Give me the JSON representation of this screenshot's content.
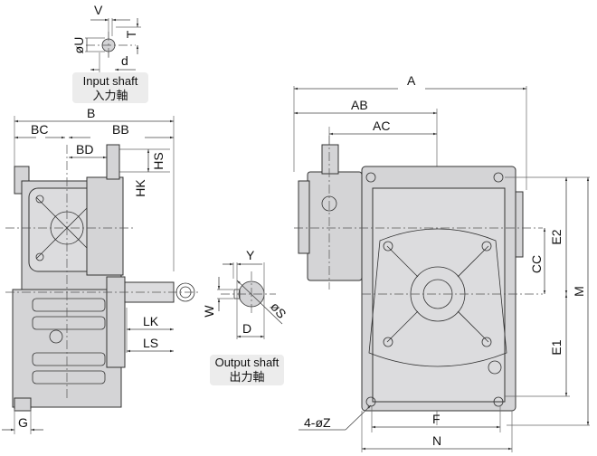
{
  "input_shaft": {
    "caption_en": "Input shaft",
    "caption_jp": "入力軸",
    "dims": {
      "V": "V",
      "U": "øU",
      "T": "T",
      "d": "d"
    }
  },
  "output_shaft": {
    "caption_en": "Output shaft",
    "caption_jp": "出力軸",
    "dims": {
      "Y": "Y",
      "W": "W",
      "D": "D",
      "S": "øS"
    }
  },
  "side_view": {
    "dims": {
      "B": "B",
      "BC": "BC",
      "BB": "BB",
      "BD": "BD",
      "HS": "HS",
      "HK": "HK",
      "LK": "LK",
      "LS": "LS",
      "G": "G"
    }
  },
  "front_view": {
    "dims": {
      "A": "A",
      "AB": "AB",
      "AC": "AC",
      "E2": "E2",
      "CC": "CC",
      "M": "M",
      "E1": "E1",
      "F": "F",
      "N": "N",
      "Z": "4-øZ"
    }
  },
  "colors": {
    "body": "#d4d4d6",
    "line": "#333333",
    "caption_bg": "#ececec"
  }
}
